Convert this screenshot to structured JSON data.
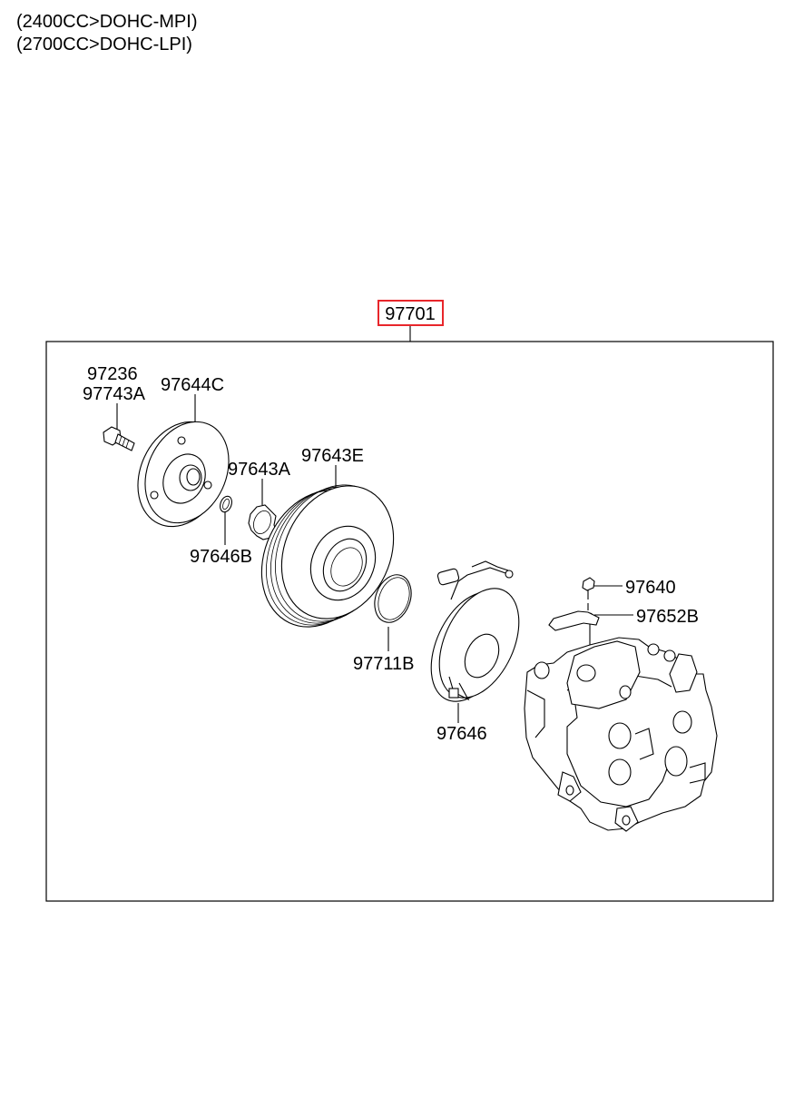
{
  "header": {
    "engines": [
      "(2400CC>DOHC-MPI)",
      "(2700CC>DOHC-LPI)"
    ]
  },
  "assembly": {
    "part_number": "97701",
    "highlight_color": "#e8262b"
  },
  "parts": {
    "bolt_a": "97236",
    "bolt_b": "97743A",
    "hub": "97644C",
    "shim_ring": "97646B",
    "snap_ring": "97643A",
    "pulley": "97643E",
    "field_snap_ring": "97711B",
    "field_coil": "97646",
    "screw": "97640",
    "bracket": "97652B"
  }
}
